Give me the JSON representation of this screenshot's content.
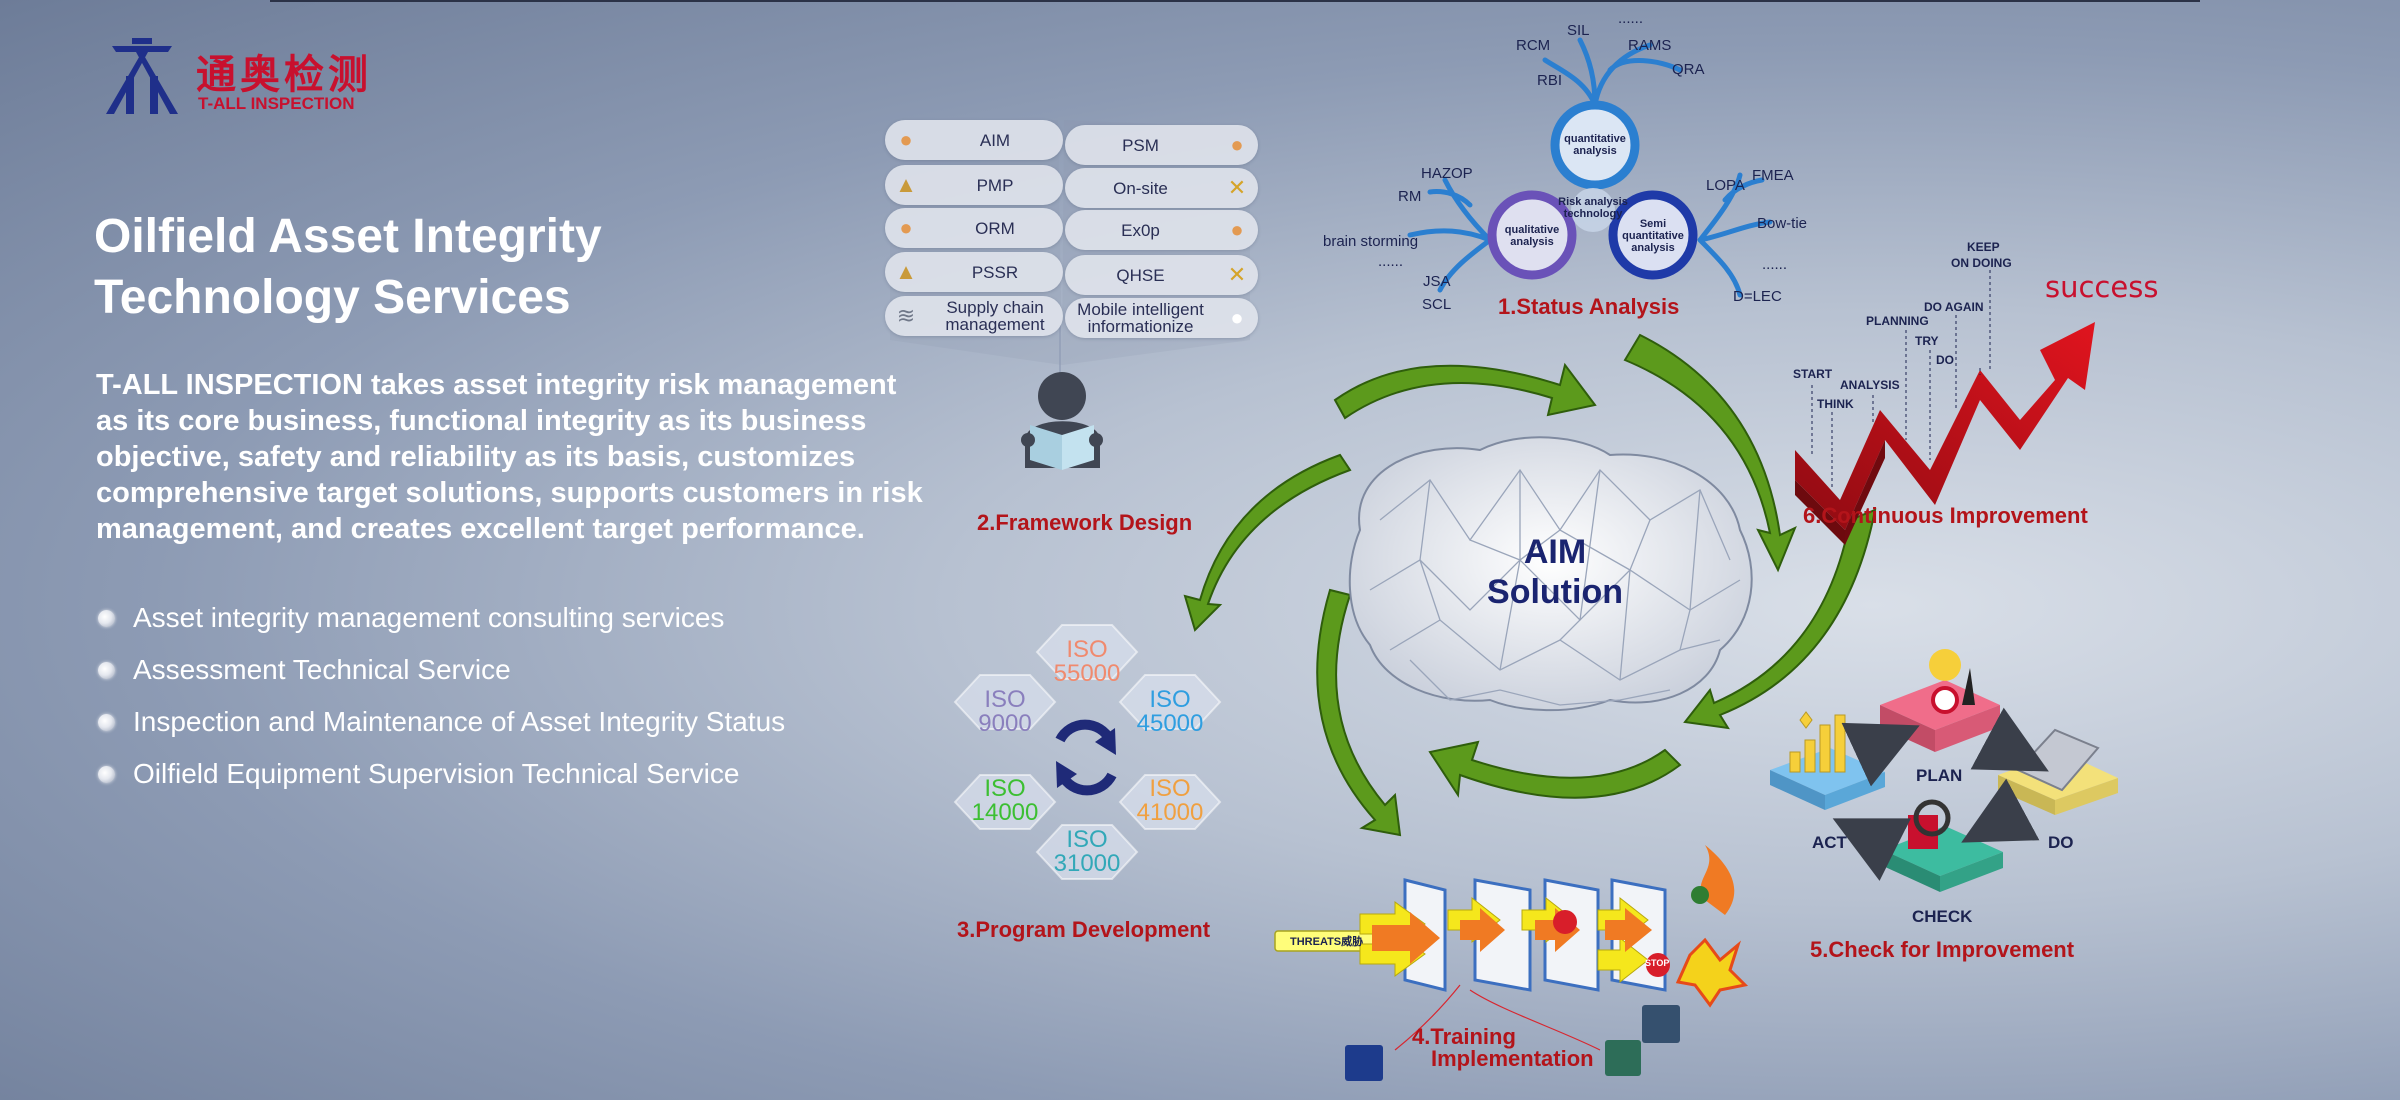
{
  "logo": {
    "cn": "通奥检测",
    "en": "T-ALL INSPECTION"
  },
  "title": {
    "line1": "Oilfield Asset Integrity",
    "line2": "Technology Services"
  },
  "intro": [
    "T-ALL INSPECTION takes asset integrity risk management",
    "as its core business, functional integrity as its business",
    "objective, safety and reliability as its basis, customizes",
    "comprehensive target solutions, supports customers in risk",
    "management, and creates excellent target performance."
  ],
  "services": [
    "Asset integrity management consulting services",
    "Assessment Technical Service",
    "Inspection and Maintenance of Asset Integrity Status",
    "Oilfield Equipment Supervision Technical Service"
  ],
  "center": {
    "line1": "AIM",
    "line2": "Solution"
  },
  "stages": {
    "s1": "1.Status Analysis",
    "s2": "2.Framework Design",
    "s3": "3.Program Development",
    "s4a": "4.Training",
    "s4b": "Implementation",
    "s5": "5.Check for Improvement",
    "s6": "6.Continuous Improvement"
  },
  "framework_left": [
    {
      "label": "AIM",
      "icon": "bulb-icon"
    },
    {
      "label": "PMP",
      "icon": "graduation-cap-icon"
    },
    {
      "label": "ORM",
      "icon": "bulb-icon"
    },
    {
      "label": "PSSR",
      "icon": "graduation-cap-icon"
    },
    {
      "label1": "Supply chain",
      "label2": "management",
      "icon": "layers-icon"
    }
  ],
  "framework_right": [
    {
      "label": "PSM",
      "icon": "bulb-icon"
    },
    {
      "label": "On-site",
      "icon": "tools-icon"
    },
    {
      "label": "Ex0p",
      "icon": "bulb-icon"
    },
    {
      "label": "QHSE",
      "icon": "tools-icon"
    },
    {
      "label1": "Mobile intelligent",
      "label2": "informationize",
      "icon": "bulb-icon"
    }
  ],
  "iso": [
    {
      "l1": "ISO",
      "l2": "55000",
      "color": "#f08a6e"
    },
    {
      "l1": "ISO",
      "l2": "9000",
      "color": "#8a7fbd"
    },
    {
      "l1": "ISO",
      "l2": "45000",
      "color": "#2f9ee0"
    },
    {
      "l1": "ISO",
      "l2": "14000",
      "color": "#3cbf32"
    },
    {
      "l1": "ISO",
      "l2": "41000",
      "color": "#f0a040"
    },
    {
      "l1": "ISO",
      "l2": "31000",
      "color": "#32a8b8"
    }
  ],
  "status_analysis": {
    "top_terms": [
      "RCM",
      "SIL",
      "......",
      "RAMS",
      "QRA",
      "RBI"
    ],
    "left_terms": [
      "HAZOP",
      "RM",
      "brain storming",
      "......",
      "JSA",
      "SCL"
    ],
    "right_terms": [
      "LOPA",
      "FMEA",
      "Bow-tie",
      "......",
      "D=LEC"
    ],
    "quant_1": "quantitative",
    "quant_2": "analysis",
    "qual_1": "qualitative",
    "qual_2": "analysis",
    "semi_1": "Semi",
    "semi_2": "quantitative",
    "semi_3": "analysis",
    "risk_1": "Risk analysis",
    "risk_2": "technology"
  },
  "continuous": {
    "success": "success",
    "steps": [
      "START",
      "THINK",
      "ANALYSIS",
      "PLANNING",
      "TRY",
      "DO AGAIN",
      "DO",
      "KEEP",
      "ON DOING"
    ]
  },
  "pdca": {
    "plan": "PLAN",
    "do": "DO",
    "check": "CHECK",
    "act": "ACT"
  },
  "training": {
    "threats": "THREATS威胁",
    "stop": "STOP"
  },
  "colors": {
    "stage_red": "#b3141a",
    "navy": "#1c2350",
    "logo_red": "#c8102e",
    "arrow_green": "#5f9a1e"
  }
}
